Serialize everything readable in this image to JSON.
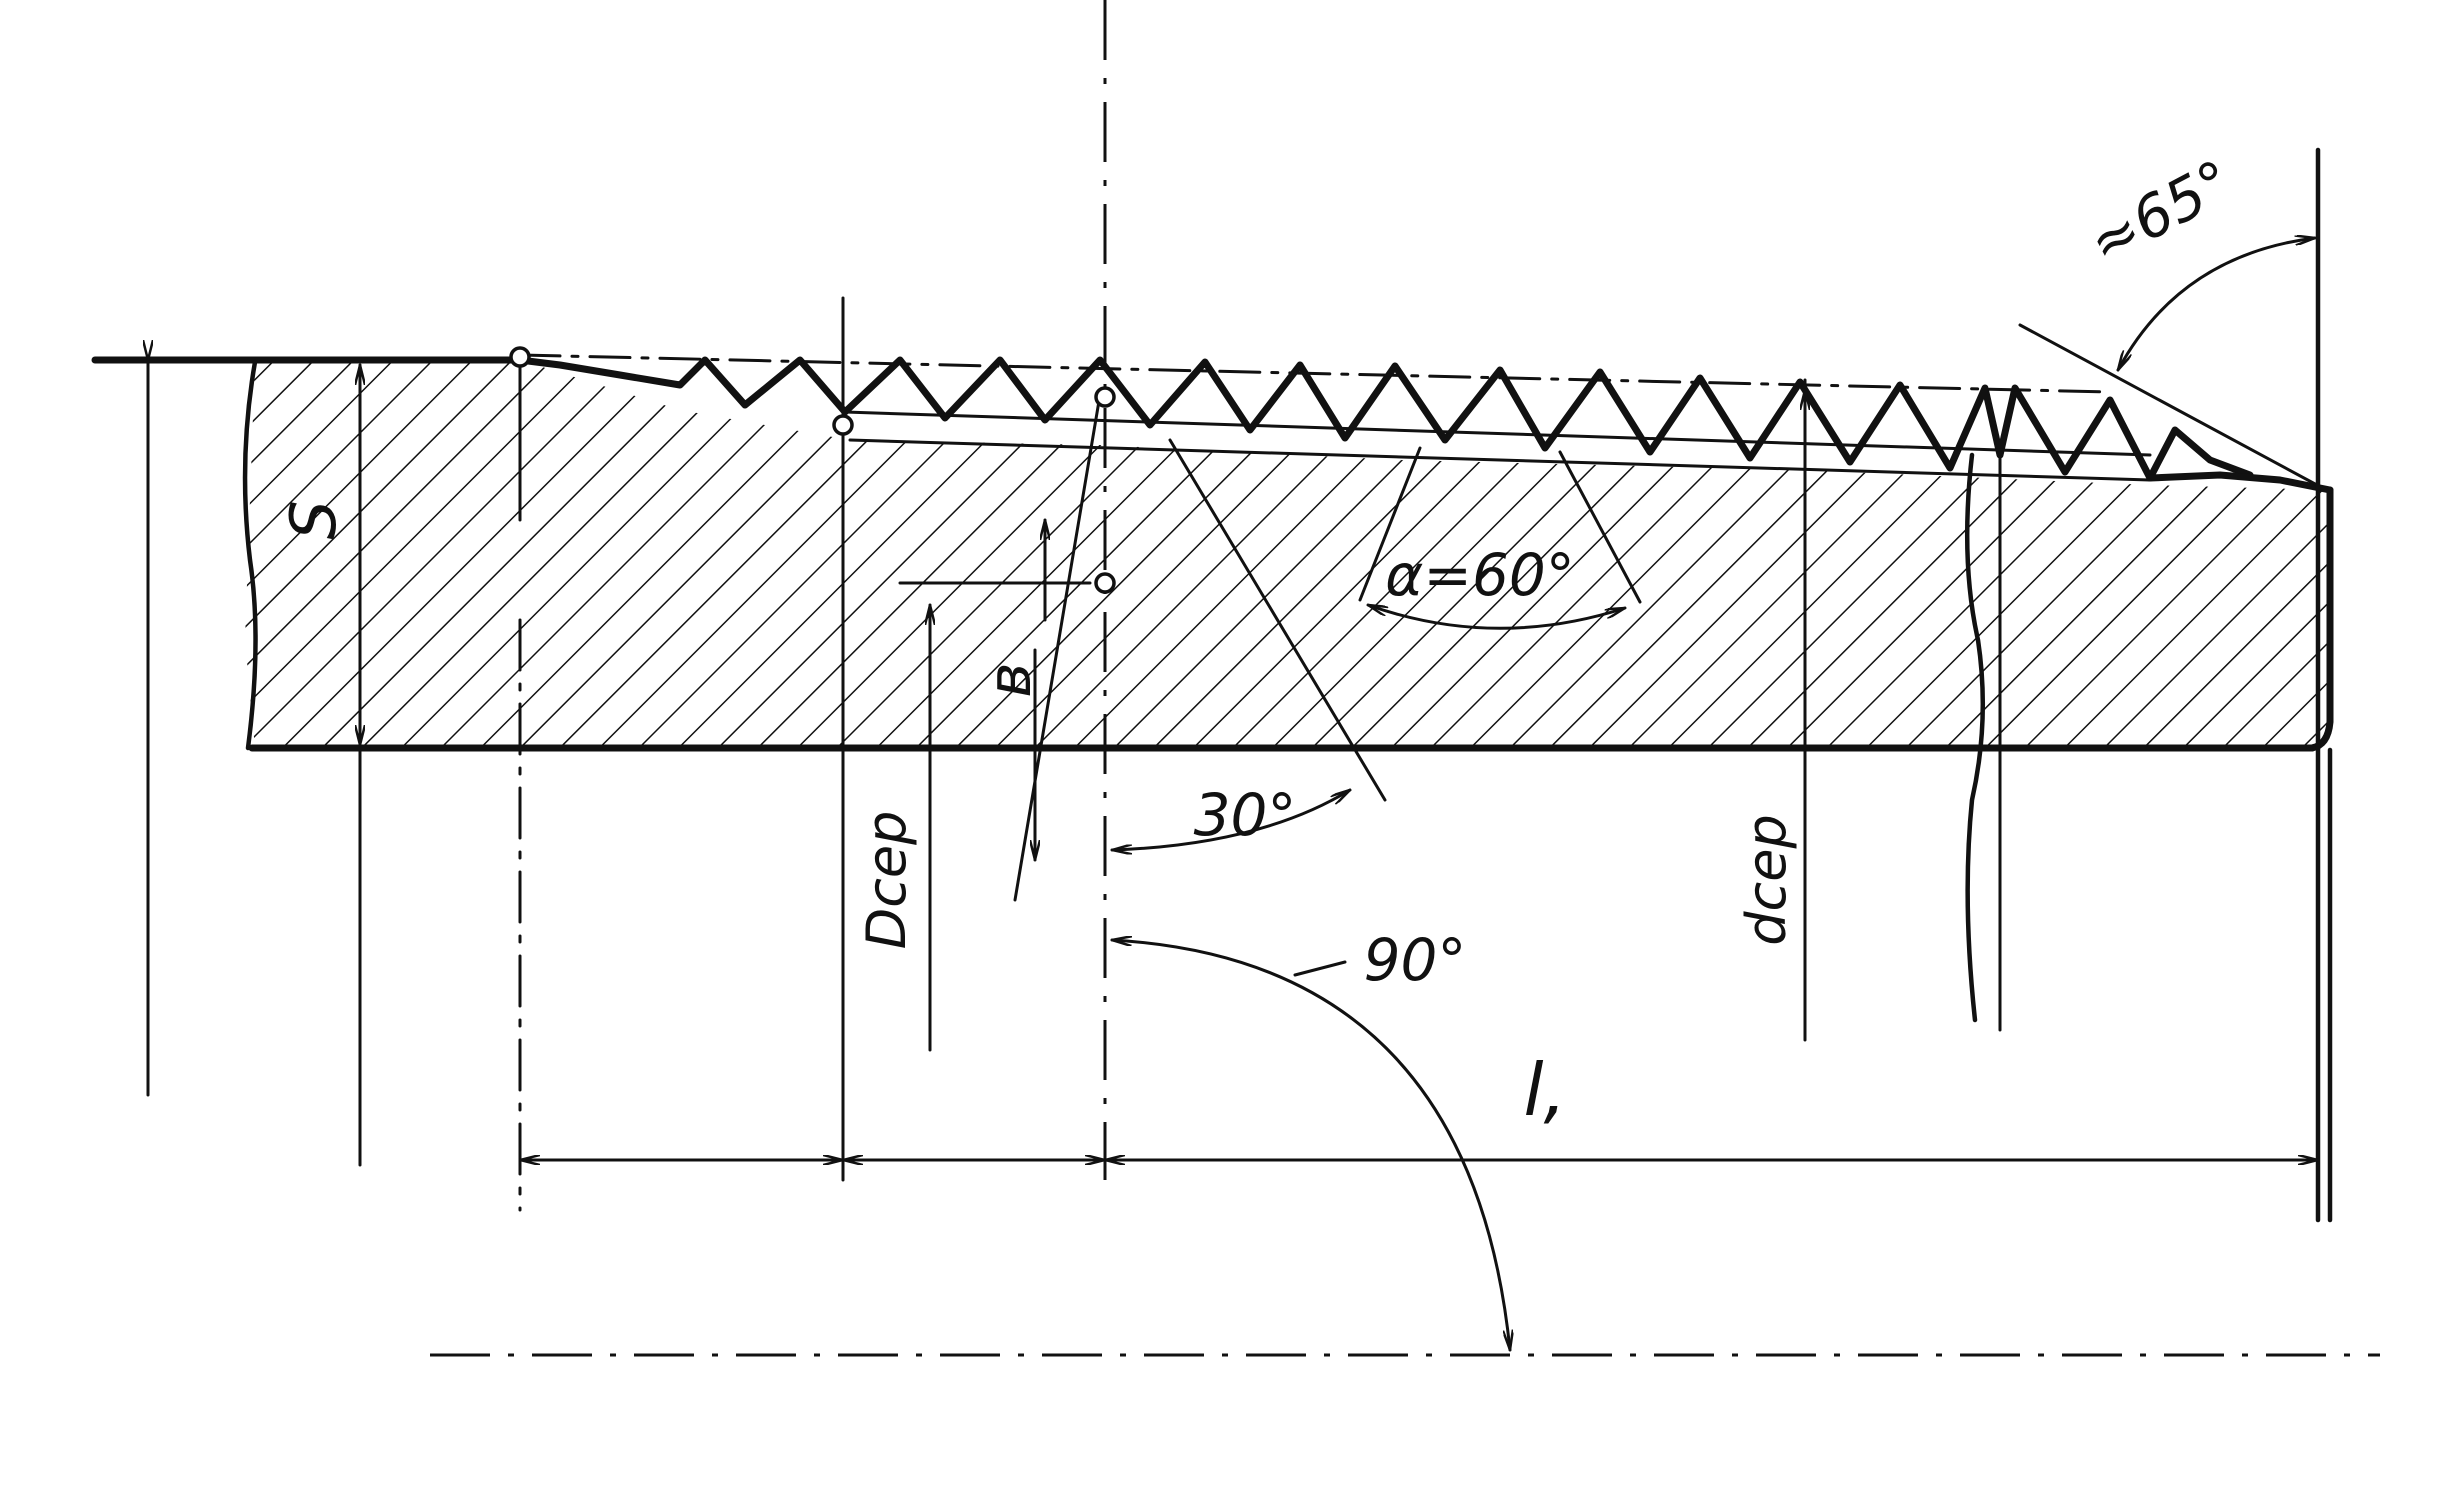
{
  "labels": {
    "wall_thickness": "S",
    "height": "в",
    "d_mean_internal": "Dсер",
    "d_mean_external": "dсер",
    "length": "l,",
    "thread_angle": "α=60°",
    "half_angle": "30°",
    "right_angle": "90°",
    "taper_angle": "≈65°"
  },
  "colors": {
    "ink": "#111111",
    "paper": "#ffffff"
  }
}
